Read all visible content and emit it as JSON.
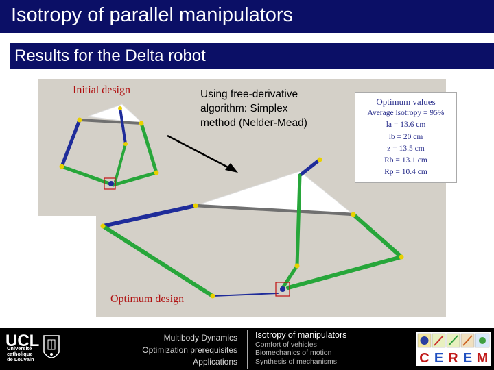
{
  "slide": {
    "title": "Isotropy of parallel manipulators",
    "subtitle": "Results for the Delta robot"
  },
  "figure": {
    "initial_label": "Initial design",
    "optimum_label": "Optimum design",
    "algorithm_lines": [
      "Using free-derivative",
      "algorithm: Simplex",
      "method (Nelder-Mead)"
    ]
  },
  "optimum_values": {
    "title": "Optimum values",
    "lines": [
      "Average isotropy = 95%",
      "la = 13.6 cm",
      "lb = 20 cm",
      "z = 13.5 cm",
      "Rb = 13.1 cm",
      "Rp = 10.4 cm"
    ]
  },
  "footer": {
    "ucl": "UCL",
    "ucl_sub": [
      "Université",
      "catholique",
      "de Louvain"
    ],
    "middle": [
      "Multibody Dynamics",
      "Optimization prerequisites",
      "Applications"
    ],
    "right_title": "Isotropy of manipulators",
    "right_items": [
      "Comfort of vehicles",
      "Biomechanics of motion",
      "Synthesis of mechanisms"
    ],
    "cerem_letters": [
      "C",
      "E",
      "R",
      "E",
      "M"
    ]
  },
  "colors": {
    "title_bar": "#0b0f66",
    "canvas_bg": "#d4d0c8",
    "link_blue": "#1f2c9a",
    "link_green": "#27a63a",
    "joint_yellow": "#e8d000",
    "label_red": "#b01010",
    "values_text": "#2a2f8c"
  }
}
